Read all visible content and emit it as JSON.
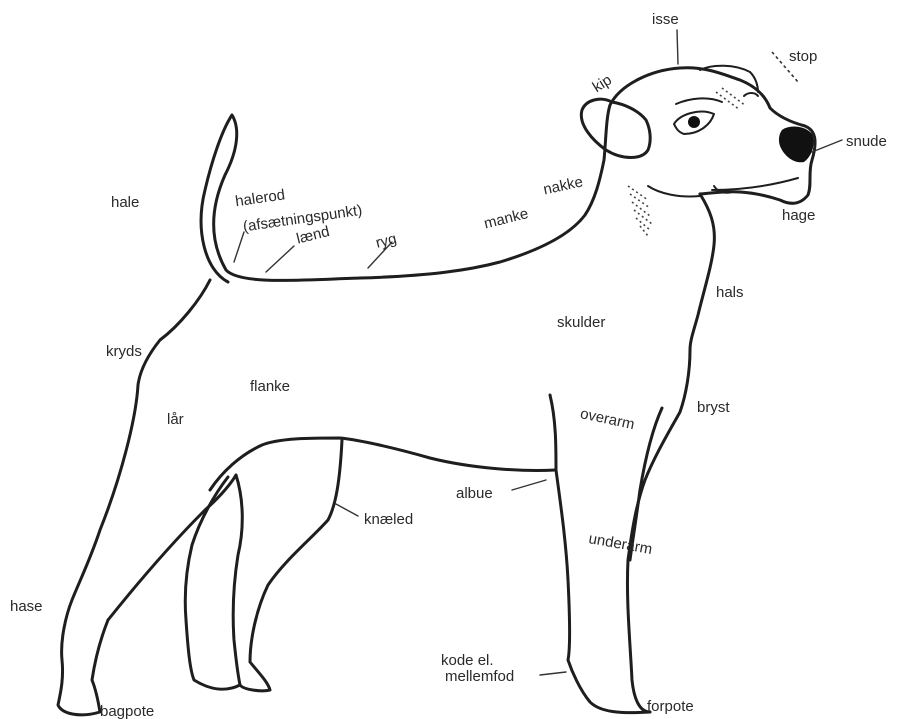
{
  "labels": {
    "isse": "isse",
    "stop": "stop",
    "kip": "kip",
    "snude": "snude",
    "nakke": "nakke",
    "hage": "hage",
    "manke": "manke",
    "hale": "hale",
    "halerod_line1": "halerod",
    "halerod_line2": "(afsætningspunkt)",
    "laend": "lænd",
    "ryg": "ryg",
    "hals": "hals",
    "skulder": "skulder",
    "kryds": "kryds",
    "flanke": "flanke",
    "bryst": "bryst",
    "lar": "lår",
    "overarm": "overarm",
    "albue": "albue",
    "knaeled": "knæled",
    "underarm": "underarm",
    "hase": "hase",
    "kode_line1": "kode el.",
    "kode_line2": "mellemfod",
    "bagpote": "bagpote",
    "forpote": "forpote"
  },
  "colors": {
    "outline": "#1e1e1e",
    "text": "#2a2a2a",
    "nose": "#111111"
  }
}
